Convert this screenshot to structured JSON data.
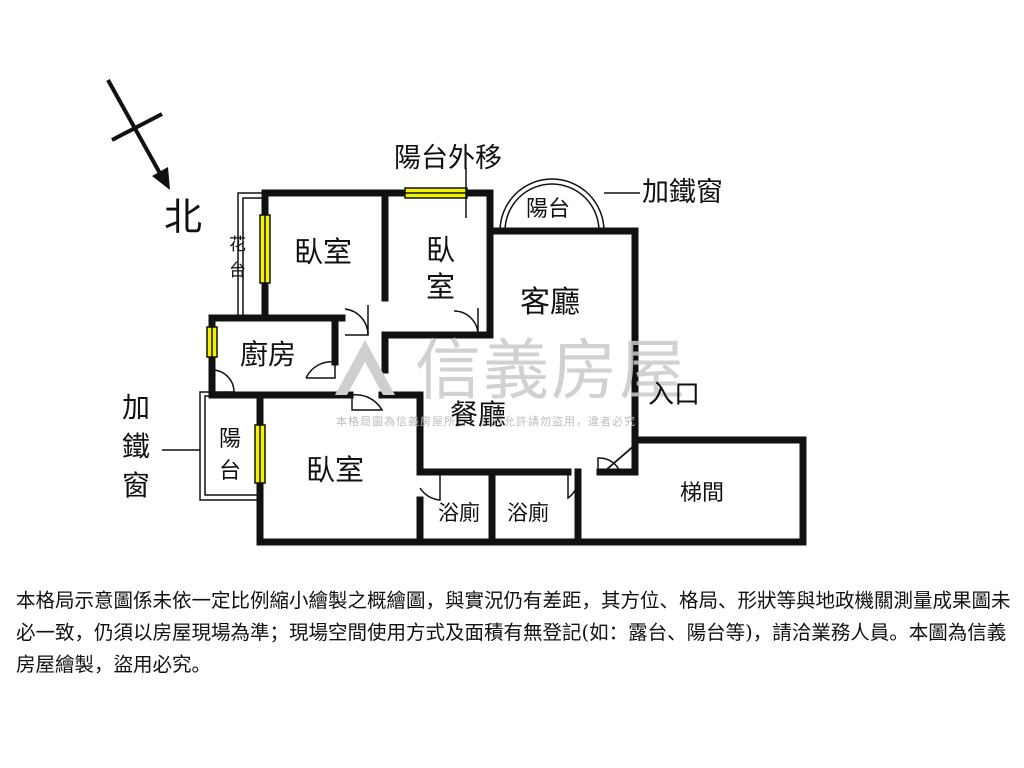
{
  "north": {
    "label": "北"
  },
  "rooms": {
    "bedroom_top_left": "臥室",
    "bedroom_top_middle": [
      "臥",
      "室"
    ],
    "bedroom_bottom": "臥室",
    "living_room": "客廳",
    "kitchen": "廚房",
    "dining_room": "餐廳",
    "bathroom_left": "浴廁",
    "bathroom_right": "浴廁",
    "stairwell": "梯間",
    "balcony_top": "陽台",
    "balcony_left": [
      "陽",
      "台"
    ],
    "planter": [
      "花",
      "台"
    ]
  },
  "annotations": {
    "balcony_moved_out": "陽台外移",
    "iron_window_right": "加鐵窗",
    "iron_window_left": [
      "加",
      "鐵",
      "窗"
    ],
    "entrance": "入口"
  },
  "watermark": {
    "brand": "信義房屋",
    "notice": "本格局圖為信義房屋所有，未經允許請勿盜用，違者必究"
  },
  "disclaimer": "本格局示意圖係未依一定比例縮小繪製之概繪圖，與實況仍有差距，其方位、格局、形狀等與地政機關測量成果圖未必一致，仍須以房屋現場為準；現場空間使用方式及面積有無登記(如：露台、陽台等)，請洽業務人員。本圖為信義房屋繪製，盜用必究。",
  "colors": {
    "wall": "#111111",
    "window": "#f2f200",
    "watermark": "#c9c9c9"
  }
}
